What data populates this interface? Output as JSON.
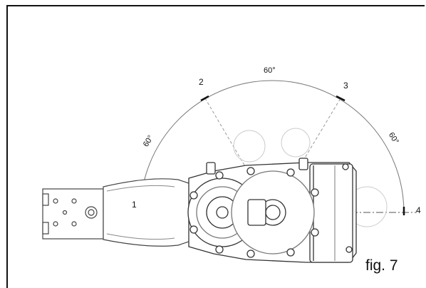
{
  "diagram": {
    "figure_label": "fig. 7",
    "positions": [
      "1",
      "2",
      "3",
      "4"
    ],
    "angles": [
      "60°",
      "60°",
      "60°"
    ]
  }
}
